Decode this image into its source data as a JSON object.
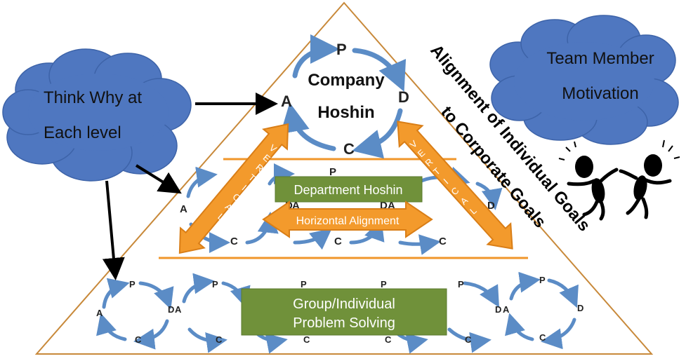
{
  "colors": {
    "triangle_stroke": "#c8893a",
    "level_line": "#f0962a",
    "cloud_fill": "#4f77c0",
    "cloud_stroke": "#3d63a8",
    "orange_arrow": "#f39a2c",
    "orange_arrow_stroke": "#d97e17",
    "green_box": "#70913a",
    "pdca_arrow": "#5b8cc6"
  },
  "clouds": {
    "think_why": {
      "line1": "Think Why at",
      "line2": "Each level"
    },
    "team_member": {
      "line1": "Team Member",
      "line2": "Motivation"
    }
  },
  "company": {
    "line1": "Company",
    "line2": "Hoshin",
    "cycle": {
      "p": "P",
      "d": "D",
      "c": "C",
      "a": "A"
    }
  },
  "department": {
    "label": "Department  Hoshin",
    "horizontal_label": "Horizontal Alignment",
    "cycle": {
      "p": "P",
      "d": "D",
      "c": "C",
      "a": "A"
    }
  },
  "group": {
    "line1": "Group/Individual",
    "line2": "Problem Solving",
    "cycle": {
      "p": "P",
      "d": "D",
      "c": "C",
      "a": "A"
    }
  },
  "vertical_label": {
    "left": [
      "V",
      "E",
      "R",
      "T",
      "I",
      "C",
      "A",
      "L"
    ],
    "right": [
      "V",
      "E",
      "R",
      "T",
      "I",
      "C",
      "A",
      "L"
    ]
  },
  "alignment_title": {
    "line1": "Alignment of Individual Goals",
    "line2": "to Corporate Goals"
  },
  "icons": {
    "figures": "celebrating-stick-figures-icon"
  }
}
